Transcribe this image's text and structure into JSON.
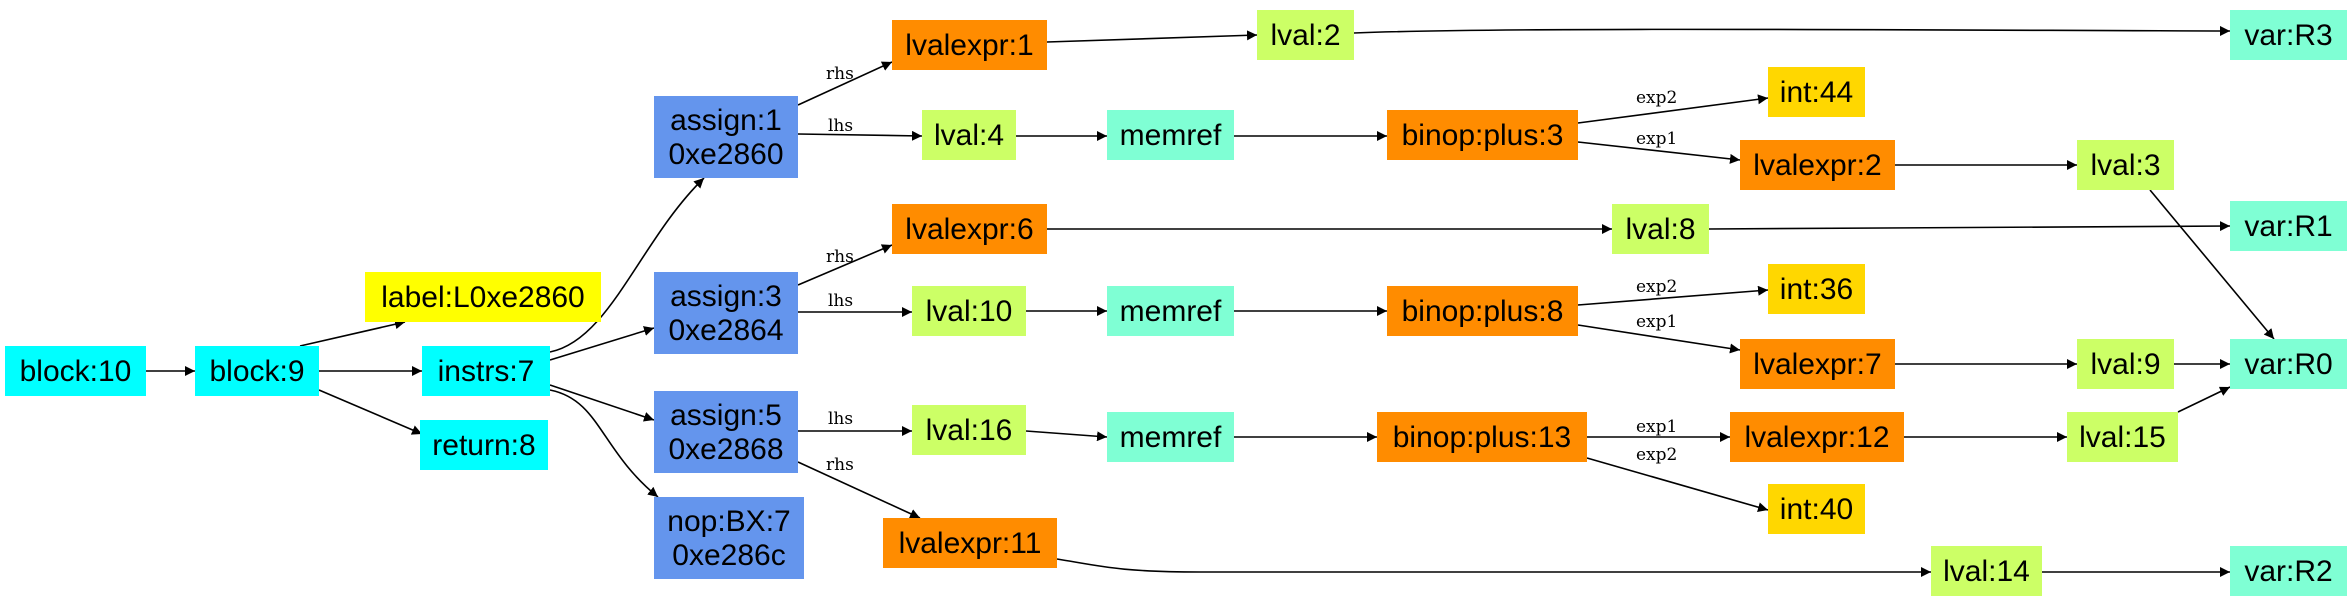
{
  "colors": {
    "block": "#00ffff",
    "label": "#ffff00",
    "assign": "#6495ed",
    "lvalexpr": "#ff8c00",
    "lval": "#ccff66",
    "memref": "#7fffd4",
    "binop": "#ff8c00",
    "int": "#ffd700",
    "var": "#7fffd4"
  },
  "nodes": {
    "block10": {
      "kind": "block",
      "lines": [
        "block:10"
      ]
    },
    "block9": {
      "kind": "block",
      "lines": [
        "block:9"
      ]
    },
    "labelL0": {
      "kind": "label",
      "lines": [
        "label:L0xe2860"
      ]
    },
    "instrs7": {
      "kind": "block",
      "lines": [
        "instrs:7"
      ]
    },
    "return8": {
      "kind": "block",
      "lines": [
        "return:8"
      ]
    },
    "assign1": {
      "kind": "assign",
      "lines": [
        "assign:1",
        "0xe2860"
      ]
    },
    "assign3": {
      "kind": "assign",
      "lines": [
        "assign:3",
        "0xe2864"
      ]
    },
    "assign5": {
      "kind": "assign",
      "lines": [
        "assign:5",
        "0xe2868"
      ]
    },
    "nopBX7": {
      "kind": "assign",
      "lines": [
        "nop:BX:7",
        "0xe286c"
      ]
    },
    "lvalexpr1": {
      "kind": "lvalexpr",
      "lines": [
        "lvalexpr:1"
      ]
    },
    "lval4": {
      "kind": "lval",
      "lines": [
        "lval:4"
      ]
    },
    "lvalexpr6": {
      "kind": "lvalexpr",
      "lines": [
        "lvalexpr:6"
      ]
    },
    "lval10": {
      "kind": "lval",
      "lines": [
        "lval:10"
      ]
    },
    "lval16": {
      "kind": "lval",
      "lines": [
        "lval:16"
      ]
    },
    "lvalexpr11": {
      "kind": "lvalexpr",
      "lines": [
        "lvalexpr:11"
      ]
    },
    "lval2": {
      "kind": "lval",
      "lines": [
        "lval:2"
      ]
    },
    "memref1": {
      "kind": "memref",
      "lines": [
        "memref"
      ]
    },
    "memref2": {
      "kind": "memref",
      "lines": [
        "memref"
      ]
    },
    "memref3": {
      "kind": "memref",
      "lines": [
        "memref"
      ]
    },
    "binop3": {
      "kind": "binop",
      "lines": [
        "binop:plus:3"
      ]
    },
    "binop8": {
      "kind": "binop",
      "lines": [
        "binop:plus:8"
      ]
    },
    "binop13": {
      "kind": "binop",
      "lines": [
        "binop:plus:13"
      ]
    },
    "int44": {
      "kind": "int",
      "lines": [
        "int:44"
      ]
    },
    "lvalexpr2": {
      "kind": "lvalexpr",
      "lines": [
        "lvalexpr:2"
      ]
    },
    "lval8": {
      "kind": "lval",
      "lines": [
        "lval:8"
      ]
    },
    "int36": {
      "kind": "int",
      "lines": [
        "int:36"
      ]
    },
    "lvalexpr7": {
      "kind": "lvalexpr",
      "lines": [
        "lvalexpr:7"
      ]
    },
    "lvalexpr12": {
      "kind": "lvalexpr",
      "lines": [
        "lvalexpr:12"
      ]
    },
    "int40": {
      "kind": "int",
      "lines": [
        "int:40"
      ]
    },
    "lval14": {
      "kind": "lval",
      "lines": [
        "lval:14"
      ]
    },
    "lval3": {
      "kind": "lval",
      "lines": [
        "lval:3"
      ]
    },
    "lval9": {
      "kind": "lval",
      "lines": [
        "lval:9"
      ]
    },
    "lval15": {
      "kind": "lval",
      "lines": [
        "lval:15"
      ]
    },
    "varR3": {
      "kind": "var",
      "lines": [
        "var:R3"
      ]
    },
    "varR1": {
      "kind": "var",
      "lines": [
        "var:R1"
      ]
    },
    "varR0": {
      "kind": "var",
      "lines": [
        "var:R0"
      ]
    },
    "varR2": {
      "kind": "var",
      "lines": [
        "var:R2"
      ]
    }
  },
  "edges": [
    {
      "from": "block10",
      "to": "block9",
      "label": ""
    },
    {
      "from": "block9",
      "to": "labelL0",
      "label": ""
    },
    {
      "from": "block9",
      "to": "instrs7",
      "label": ""
    },
    {
      "from": "block9",
      "to": "return8",
      "label": ""
    },
    {
      "from": "instrs7",
      "to": "assign1",
      "label": ""
    },
    {
      "from": "instrs7",
      "to": "assign3",
      "label": ""
    },
    {
      "from": "instrs7",
      "to": "assign5",
      "label": ""
    },
    {
      "from": "instrs7",
      "to": "nopBX7",
      "label": ""
    },
    {
      "from": "assign1",
      "to": "lvalexpr1",
      "label": "rhs"
    },
    {
      "from": "assign1",
      "to": "lval4",
      "label": "lhs"
    },
    {
      "from": "lvalexpr1",
      "to": "lval2",
      "label": ""
    },
    {
      "from": "lval2",
      "to": "varR3",
      "label": ""
    },
    {
      "from": "lval4",
      "to": "memref1",
      "label": ""
    },
    {
      "from": "memref1",
      "to": "binop3",
      "label": ""
    },
    {
      "from": "binop3",
      "to": "int44",
      "label": "exp2"
    },
    {
      "from": "binop3",
      "to": "lvalexpr2",
      "label": "exp1"
    },
    {
      "from": "lvalexpr2",
      "to": "lval3",
      "label": ""
    },
    {
      "from": "lval3",
      "to": "varR0",
      "label": ""
    },
    {
      "from": "assign3",
      "to": "lvalexpr6",
      "label": "rhs"
    },
    {
      "from": "assign3",
      "to": "lval10",
      "label": "lhs"
    },
    {
      "from": "lvalexpr6",
      "to": "lval8",
      "label": ""
    },
    {
      "from": "lval8",
      "to": "varR1",
      "label": ""
    },
    {
      "from": "lval10",
      "to": "memref2",
      "label": ""
    },
    {
      "from": "memref2",
      "to": "binop8",
      "label": ""
    },
    {
      "from": "binop8",
      "to": "int36",
      "label": "exp2"
    },
    {
      "from": "binop8",
      "to": "lvalexpr7",
      "label": "exp1"
    },
    {
      "from": "lvalexpr7",
      "to": "lval9",
      "label": ""
    },
    {
      "from": "lval9",
      "to": "varR0",
      "label": ""
    },
    {
      "from": "assign5",
      "to": "lval16",
      "label": "lhs"
    },
    {
      "from": "assign5",
      "to": "lvalexpr11",
      "label": "rhs"
    },
    {
      "from": "lval16",
      "to": "memref3",
      "label": ""
    },
    {
      "from": "memref3",
      "to": "binop13",
      "label": ""
    },
    {
      "from": "binop13",
      "to": "lvalexpr12",
      "label": "exp1"
    },
    {
      "from": "binop13",
      "to": "int40",
      "label": "exp2"
    },
    {
      "from": "lvalexpr12",
      "to": "lval15",
      "label": ""
    },
    {
      "from": "lval15",
      "to": "varR0",
      "label": ""
    },
    {
      "from": "lvalexpr11",
      "to": "lval14",
      "label": ""
    },
    {
      "from": "lval14",
      "to": "varR2",
      "label": ""
    }
  ]
}
